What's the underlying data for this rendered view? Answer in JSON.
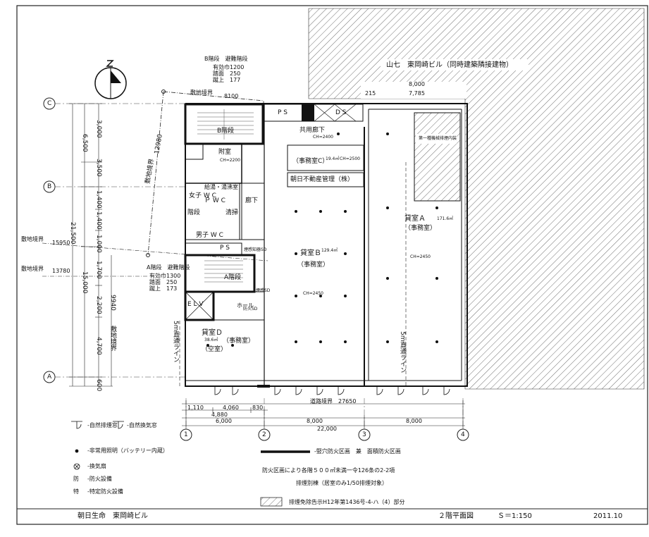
{
  "neighbor": {
    "label": "山七　東岡崎ビル（同時建築隣接建物）",
    "dim1": "8,000",
    "dim2a": "215",
    "dim2b": "7,785"
  },
  "site": {
    "boundary": "敷地境界",
    "boundary_top": "8100",
    "boundary_diag": "12980",
    "boundary_left1": "15950",
    "boundary_left2": "13780",
    "boundary_left3": "9940"
  },
  "stair_b": {
    "title": "B階段　避難階段",
    "l1": "有効巾1200",
    "l2": "踏面　250",
    "l3": "蹴上　177"
  },
  "stair_a": {
    "title": "A階段　避難階段",
    "l1": "有効巾1300",
    "l2": "踏面　250",
    "l3": "蹴上　173"
  },
  "grid": {
    "c": "C",
    "b": "B",
    "a": "A",
    "n1": "1",
    "n2": "2",
    "n3": "3",
    "n4": "4"
  },
  "left_dims": {
    "total": "21,500",
    "seg1": "6,500",
    "seg2": "15,000",
    "c1": "3,000",
    "c2": "3,500",
    "b1": "1,400",
    "b2": "1,400",
    "b3": "1,000",
    "a1": "1,700",
    "a2": "2,200",
    "a3": "4,700",
    "a4": "600"
  },
  "bottom_dims": {
    "road": "道路境界　27650",
    "d1": "1,110",
    "d2": "4,060",
    "d3": "830",
    "d4": "4,880",
    "d5": "6,000",
    "d6": "8,000",
    "d7": "8,000",
    "total": "22,000"
  },
  "rooms": {
    "b_stair": "B階段",
    "corridor": "共用廊下",
    "corridor_ch": "CH=2400",
    "ps1": "P S",
    "ds": "D S",
    "anteroom": "附室",
    "anteroom_ch": "CH=2200",
    "office_c": "（事務室C）",
    "office_c_area": "19.4㎡",
    "office_c_ch": "CH=2500",
    "asahi": "朝日不動産管理（株）",
    "kyushi": "給湯・湯沸室",
    "pwc": "Ｐ W C",
    "women": "女子 W C",
    "hallway": "廊下",
    "stair_l": "階段",
    "cleaning": "清掃",
    "ps2": "P S",
    "men": "男子 W C",
    "room_b": "貸室Ｂ",
    "room_b_area": "129.4㎡",
    "room_b_use": "（事務室）",
    "room_b_ch": "CH=2450",
    "room_a": "貸室Ａ",
    "room_a_area": "171.6㎡",
    "room_a_use": "（事務室）",
    "room_a_ch": "CH=2450",
    "shaft_note": "第一種機械排煙内装",
    "a_stair": "A階段",
    "elv": "E L V",
    "hall": "ホール",
    "room_d": "貸室Ｄ",
    "room_d_area": "38.6㎡",
    "room_d_use": "（事務室）",
    "room_d_vac": "（空室）",
    "smoke_b": "煙感知器SD",
    "smoke_d": "煙感SD",
    "fire_door": "防火SD",
    "line_5m_left": "5m直通ライン",
    "line_5m_right": "5m直通ライン"
  },
  "legend": {
    "item1": "-自然排煙窓",
    "item2": "-自然換気窓",
    "item3": "-非常用照明（バッテリー内蔵）",
    "item4": "-換気扇",
    "item5": "-防火設備",
    "item6": "-特定防火設備",
    "sym_bou": "防",
    "sym_toku": "特",
    "sec1": "-竪穴防火区画　兼　面積防火区画",
    "sec2": "防火区画により各階５００㎡未満一令126条の2-2項",
    "sec3": "排煙別棟（居室のみ1/50排煙対象）",
    "sec4": "排煙免除告示H12年第1436号-4-ハ（4）部分"
  },
  "footer": {
    "left": "朝日生命　東岡崎ビル",
    "center": "２階平面図",
    "scale": "Ｓ＝1:150",
    "date": "2011.10"
  }
}
